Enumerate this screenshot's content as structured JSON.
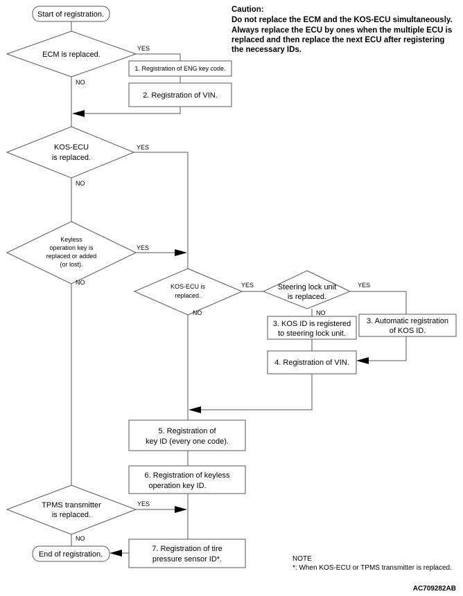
{
  "caution": {
    "title": "Caution:",
    "lines": [
      "Do not replace the ECM and the KOS-ECU simultaneously.",
      "Always replace the ECU by ones when the multiple ECU is",
      "replaced and then replace the next ECU after registering",
      "the necessary IDs."
    ]
  },
  "terminals": {
    "start": "Start of registration.",
    "end": "End of registration."
  },
  "decisions": {
    "ecm": [
      "ECM is replaced."
    ],
    "kos_ecu_1": [
      "KOS-ECU",
      "is replaced."
    ],
    "keyless": [
      "Keyless",
      "operation key is",
      "replaced or added",
      "(or lost)."
    ],
    "kos_ecu_2": [
      "KOS-ECU is",
      "replaced."
    ],
    "steering": [
      "Steering lock unit",
      "is replaced."
    ],
    "tpms": [
      "TPMS transmitter",
      "is replaced."
    ]
  },
  "processes": {
    "p1": [
      "1. Registration of ENG key code."
    ],
    "p2": [
      "2. Registration of VIN."
    ],
    "p3a": [
      "3. KOS ID is registered",
      "to steering lock unit."
    ],
    "p3b": [
      "3. Automatic registration",
      "of KOS ID."
    ],
    "p4": [
      "4. Registration of VIN."
    ],
    "p5": [
      "5. Registration of",
      "key ID (every one code)."
    ],
    "p6": [
      "6. Registration of keyless",
      "operation key ID."
    ],
    "p7": [
      "7. Registration of tire",
      "pressure sensor ID*."
    ]
  },
  "labels": {
    "yes": "YES",
    "no": "NO"
  },
  "note": {
    "title": "NOTE",
    "text": "*: When KOS-ECU or TPMS transmitter is replaced."
  },
  "figure_code": "AC709282AB"
}
